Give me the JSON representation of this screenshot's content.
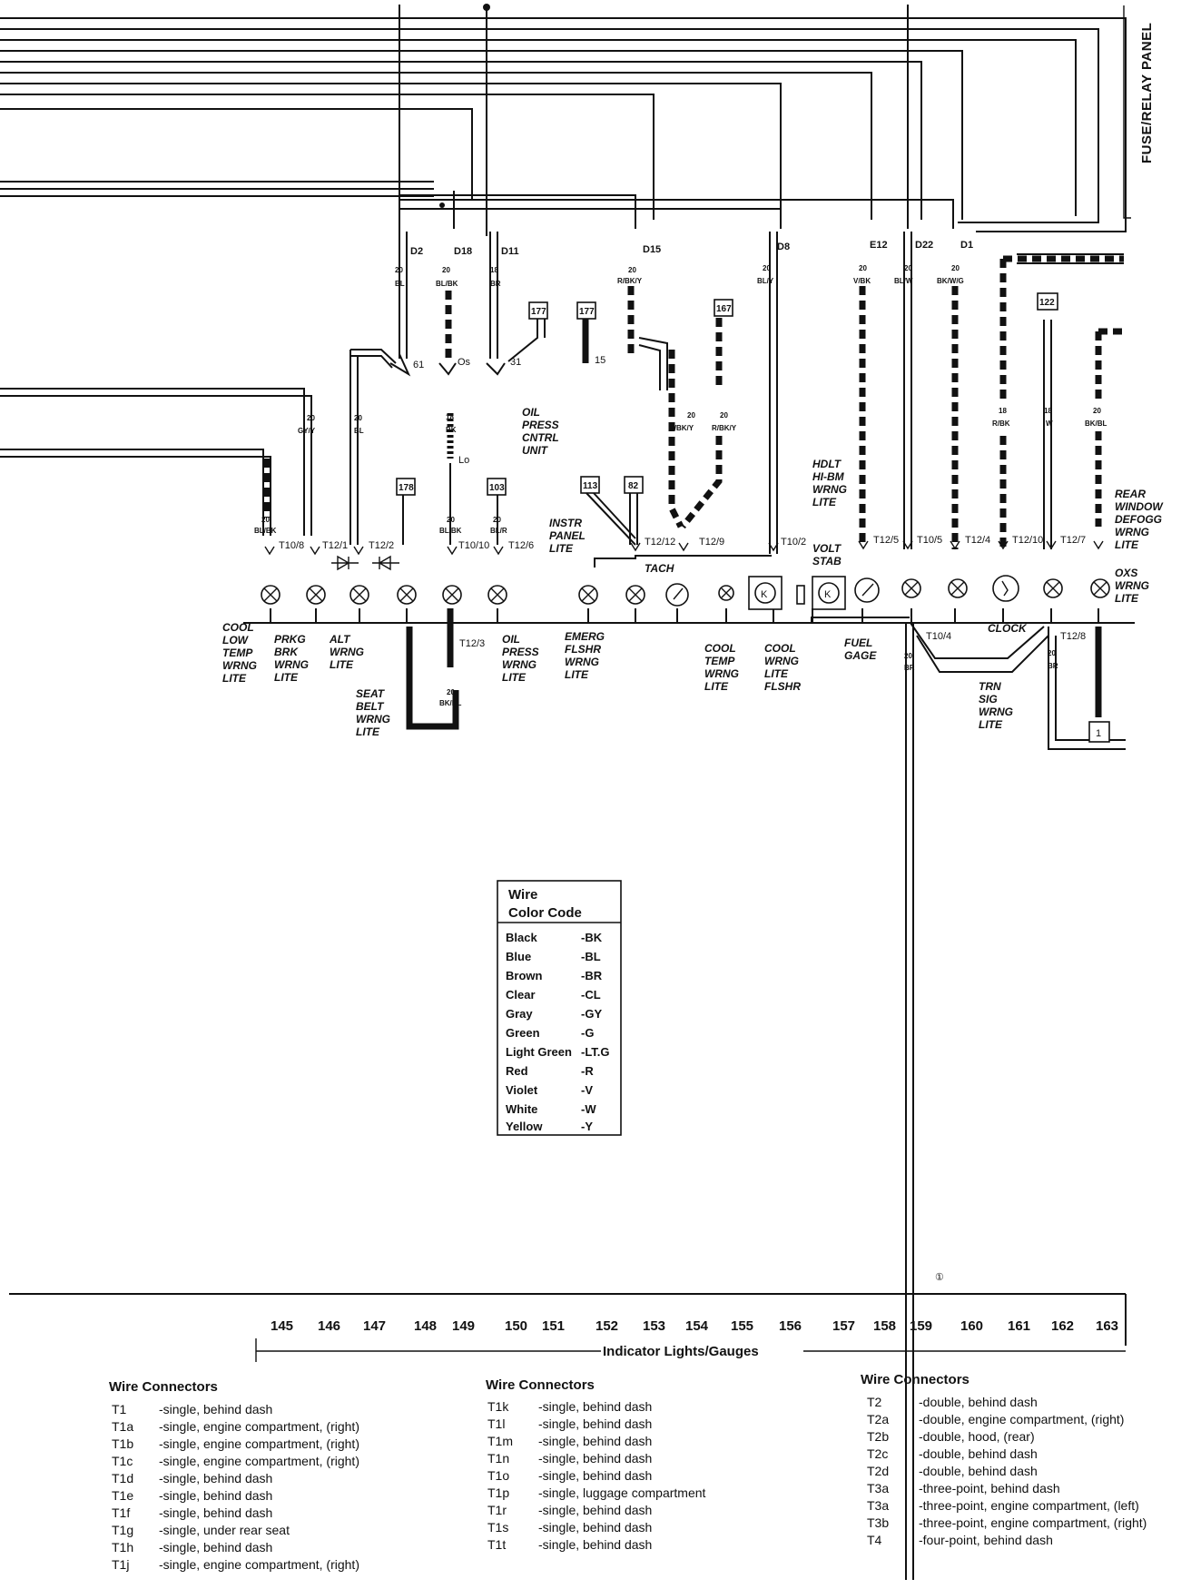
{
  "panel_label": "FUSE/RELAY PANEL",
  "ruler": {
    "numbers": [
      "145",
      "146",
      "147",
      "148",
      "149",
      "150",
      "151",
      "152",
      "153",
      "154",
      "155",
      "156",
      "157",
      "158",
      "159",
      "160",
      "161",
      "162",
      "163"
    ],
    "section_label": "Indicator Lights/Gauges"
  },
  "fuse_wires": [
    {
      "id": "D2",
      "gauge": "20",
      "color": "BL"
    },
    {
      "id": "D18",
      "gauge": "20",
      "color": "BL/BK"
    },
    {
      "id": "D11",
      "gauge": "18",
      "color": "BR"
    },
    {
      "id": "D15",
      "gauge": "20",
      "color": "R/BK/Y"
    },
    {
      "id": "D8",
      "gauge": "20",
      "color": "BL/Y"
    },
    {
      "id": "E12",
      "gauge": "20",
      "color": "V/BK"
    },
    {
      "id": "D22",
      "gauge": "20",
      "color": "BL/W"
    },
    {
      "id": "D1",
      "gauge": "20",
      "color": "BK/W/G"
    }
  ],
  "pin_labels": [
    "61",
    "Os",
    "31",
    "15",
    "Lo"
  ],
  "ref_boxes": [
    "177",
    "177",
    "167",
    "122",
    "178",
    "103",
    "113",
    "82"
  ],
  "mid_wires": [
    {
      "gauge": "20",
      "color": "GY/Y"
    },
    {
      "gauge": "20",
      "color": "BL"
    },
    {
      "gauge": "18",
      "color": "BK"
    },
    {
      "gauge": "20",
      "color": "BL/BK"
    },
    {
      "gauge": "20",
      "color": "BL/BK"
    },
    {
      "gauge": "20",
      "color": "BL/R"
    },
    {
      "gauge": "20",
      "color": "R/BK/Y"
    },
    {
      "gauge": "20",
      "color": "R/BK/Y"
    },
    {
      "gauge": "18",
      "color": "R/BK"
    },
    {
      "gauge": "18",
      "color": "W"
    },
    {
      "gauge": "20",
      "color": "BK/BL"
    },
    {
      "gauge": "20",
      "color": "BK/BL"
    },
    {
      "gauge": "20",
      "color": "BR"
    },
    {
      "gauge": "20",
      "color": "BR"
    }
  ],
  "connectors": [
    "T10/8",
    "T12/1",
    "T12/2",
    "T10/10",
    "T12/6",
    "T12/12",
    "T12/9",
    "T10/2",
    "T12/5",
    "T10/5",
    "T12/4",
    "T12/10",
    "T12/7",
    "T12/3",
    "T10/4",
    "T12/8"
  ],
  "components": {
    "oil_press_cntrl_unit": [
      "OIL",
      "PRESS",
      "CNTRL",
      "UNIT"
    ],
    "instr_panel_lite": [
      "INSTR",
      "PANEL",
      "LITE"
    ],
    "tach": "TACH",
    "volt_stab": [
      "VOLT",
      "STAB"
    ],
    "hdlt_hi_bm": [
      "HDLT",
      "HI-BM",
      "WRNG",
      "LITE"
    ],
    "rear_window_defogg": [
      "REAR",
      "WINDOW",
      "DEFOGG",
      "WRNG",
      "LITE"
    ],
    "oxs": [
      "OXS",
      "WRNG",
      "LITE"
    ],
    "cool_low_temp": [
      "COOL",
      "LOW",
      "TEMP",
      "WRNG",
      "LITE"
    ],
    "prkg_brk": [
      "PRKG",
      "BRK",
      "WRNG",
      "LITE"
    ],
    "alt": [
      "ALT",
      "WRNG",
      "LITE"
    ],
    "seat_belt": [
      "SEAT",
      "BELT",
      "WRNG",
      "LITE"
    ],
    "oil_press_wrng": [
      "OIL",
      "PRESS",
      "WRNG",
      "LITE"
    ],
    "emerg_flshr": [
      "EMERG",
      "FLSHR",
      "WRNG",
      "LITE"
    ],
    "cool_temp": [
      "COOL",
      "TEMP",
      "WRNG",
      "LITE"
    ],
    "cool_wrng_flshr": [
      "COOL",
      "WRNG",
      "LITE",
      "FLSHR"
    ],
    "fuel_gage": [
      "FUEL",
      "GAGE"
    ],
    "clock": "CLOCK",
    "trn_sig": [
      "TRN",
      "SIG",
      "WRNG",
      "LITE"
    ],
    "ground_box": "1",
    "ground_mark": "①"
  },
  "color_code": {
    "title_line1": "Wire",
    "title_line2": "Color Code",
    "rows": [
      {
        "name": "Black",
        "code": "-BK"
      },
      {
        "name": "Blue",
        "code": "-BL"
      },
      {
        "name": "Brown",
        "code": "-BR"
      },
      {
        "name": "Clear",
        "code": "-CL"
      },
      {
        "name": "Gray",
        "code": "-GY"
      },
      {
        "name": "Green",
        "code": "-G"
      },
      {
        "name": "Light Green",
        "code": "-LT.G"
      },
      {
        "name": "Red",
        "code": "-R"
      },
      {
        "name": "Violet",
        "code": "-V"
      },
      {
        "name": "White",
        "code": "-W"
      },
      {
        "name": "Yellow",
        "code": "-Y"
      }
    ]
  },
  "legend": [
    {
      "title": "Wire Connectors",
      "rows": [
        {
          "id": "T1",
          "desc": "-single, behind dash"
        },
        {
          "id": "T1a",
          "desc": "-single, engine compartment, (right)"
        },
        {
          "id": "T1b",
          "desc": "-single, engine compartment, (right)"
        },
        {
          "id": "T1c",
          "desc": "-single, engine compartment, (right)"
        },
        {
          "id": "T1d",
          "desc": "-single, behind dash"
        },
        {
          "id": "T1e",
          "desc": "-single, behind dash"
        },
        {
          "id": "T1f",
          "desc": "-single, behind dash"
        },
        {
          "id": "T1g",
          "desc": "-single, under rear seat"
        },
        {
          "id": "T1h",
          "desc": "-single, behind dash"
        },
        {
          "id": "T1j",
          "desc": "-single, engine compartment, (right)"
        }
      ]
    },
    {
      "title": "Wire Connectors",
      "rows": [
        {
          "id": "T1k",
          "desc": "-single, behind dash"
        },
        {
          "id": "T1l",
          "desc": "-single, behind dash"
        },
        {
          "id": "T1m",
          "desc": "-single, behind dash"
        },
        {
          "id": "T1n",
          "desc": "-single, behind dash"
        },
        {
          "id": "T1o",
          "desc": "-single, behind dash"
        },
        {
          "id": "T1p",
          "desc": "-single, luggage compartment"
        },
        {
          "id": "T1r",
          "desc": "-single, behind dash"
        },
        {
          "id": "T1s",
          "desc": "-single, behind dash"
        },
        {
          "id": "T1t",
          "desc": "-single, behind dash"
        }
      ]
    },
    {
      "title": "Wire Connectors",
      "rows": [
        {
          "id": "T2",
          "desc": "-double, behind dash"
        },
        {
          "id": "T2a",
          "desc": "-double, engine compartment, (right)"
        },
        {
          "id": "T2b",
          "desc": "-double, hood, (rear)"
        },
        {
          "id": "T2c",
          "desc": "-double, behind dash"
        },
        {
          "id": "T2d",
          "desc": "-double, behind dash"
        },
        {
          "id": "T3a",
          "desc": "-three-point, behind dash"
        },
        {
          "id": "T3a",
          "desc": "-three-point, engine compartment, (left)"
        },
        {
          "id": "T3b",
          "desc": "-three-point, engine compartment, (right)"
        },
        {
          "id": "T4",
          "desc": "-four-point, behind dash"
        }
      ]
    }
  ]
}
